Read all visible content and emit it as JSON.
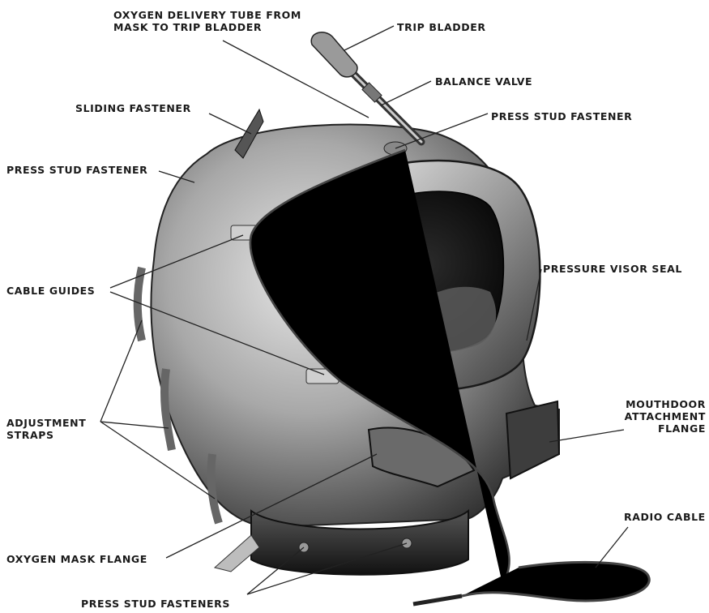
{
  "labels": {
    "oxygen_tube": [
      "OXYGEN DELIVERY TUBE FROM",
      "MASK TO TRIP BLADDER"
    ],
    "trip_bladder": "TRIP BLADDER",
    "balance_valve": "BALANCE VALVE",
    "sliding_fastener": "SLIDING FASTENER",
    "press_stud_top": "PRESS STUD FASTENER",
    "press_stud_left": "PRESS STUD FASTENER",
    "cable_guides": "CABLE GUIDES",
    "pressure_visor_seal": "PRESSURE VISOR SEAL",
    "adjustment_straps": [
      "ADJUSTMENT",
      "STRAPS"
    ],
    "mouthdoor": [
      "MOUTHDOOR",
      "ATTACHMENT",
      "FLANGE"
    ],
    "radio_cable": "RADIO CABLE",
    "oxygen_mask_flange": "OXYGEN MASK FLANGE",
    "press_stud_fasteners": "PRESS STUD FASTENERS"
  },
  "colors": {
    "ink": "#1a1a1a",
    "helmet_light": "#d8d8d8",
    "helmet_mid": "#8c8c8c",
    "helmet_dark": "#3a3a3a",
    "opening": "#111111"
  }
}
